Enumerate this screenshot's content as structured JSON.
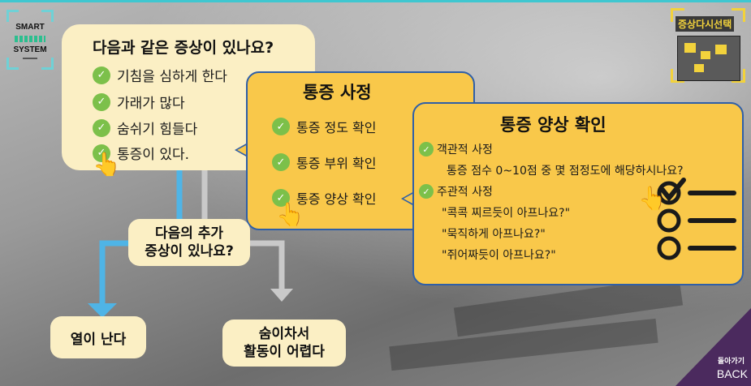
{
  "logo": {
    "line1": "SMART",
    "line2": "SYSTEM"
  },
  "thumbnail": {
    "title": "증상다시선택"
  },
  "bubble_symptoms": {
    "title": "다음과 같은 증상이 있나요?",
    "items": [
      "기침을 심하게 한다",
      "가래가 많다",
      "숨쉬기 힘들다",
      "통증이 있다."
    ]
  },
  "bubble_pain": {
    "title": "통증 사정",
    "items": [
      "통증 정도 확인",
      "통증 부위 확인",
      "통증 양상 확인"
    ]
  },
  "bubble_pain_pattern": {
    "title": "통증 양상 확인",
    "objective_label": "객관적 사정",
    "objective_question": "통증 점수 0~10점 중 몇 점정도에 해당하시나요?",
    "subjective_label": "주관적 사정",
    "subjective_items": [
      "\"콕콕 찌르듯이 아프나요?\"",
      "\"묵직하게 아프나요?\"",
      "\"쥐어짜듯이 아프나요?\""
    ]
  },
  "flow": {
    "question_line1": "다음의 추가",
    "question_line2": "증상이 있나요?",
    "option_fever": "열이 난다",
    "option_breath_line1": "숨이차서",
    "option_breath_line2": "활동이 어렵다"
  },
  "back": {
    "korean": "돌아가기",
    "english": "BACK"
  },
  "colors": {
    "accent_cyan": "#3fc7d0",
    "bubble_yellow": "#f9c84a",
    "bubble_cream": "#fbefc4",
    "border_blue": "#2f5fa8",
    "check_green": "#7cc04a",
    "arrow_blue": "#4fb4e6"
  }
}
